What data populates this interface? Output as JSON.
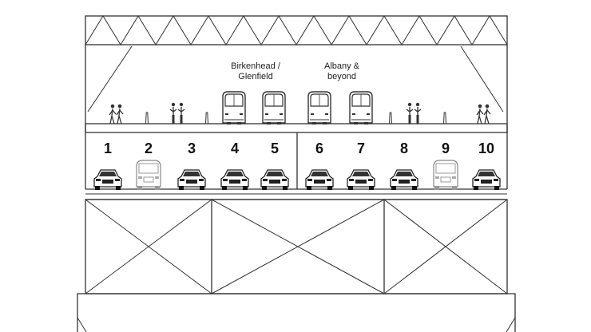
{
  "diagram": {
    "rail_destinations": [
      {
        "line1": "Birkenhead /",
        "line2": "Glenfield"
      },
      {
        "line1": "Albany &",
        "line2": "beyond"
      }
    ],
    "lanes": [
      {
        "number": "1",
        "vehicle": "car-front-icon"
      },
      {
        "number": "2",
        "vehicle": "van-front-icon"
      },
      {
        "number": "3",
        "vehicle": "car-front-icon"
      },
      {
        "number": "4",
        "vehicle": "car-front-icon"
      },
      {
        "number": "5",
        "vehicle": "car-front-icon"
      },
      {
        "number": "6",
        "vehicle": "car-front-icon"
      },
      {
        "number": "7",
        "vehicle": "car-front-icon"
      },
      {
        "number": "8",
        "vehicle": "car-front-icon"
      },
      {
        "number": "9",
        "vehicle": "van-front-icon"
      },
      {
        "number": "10",
        "vehicle": "car-front-icon"
      }
    ],
    "colors": {
      "line": "#333333",
      "background": "#ffffff",
      "ghost_vehicle": "#bbbbbb"
    }
  }
}
